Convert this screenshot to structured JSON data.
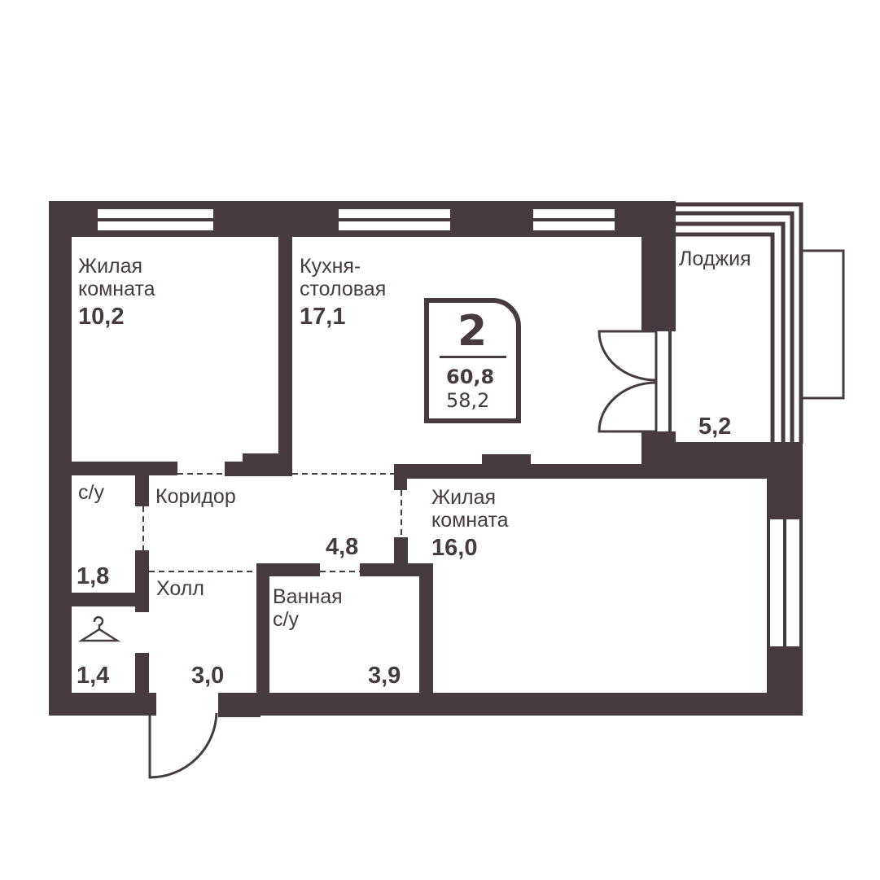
{
  "plan": {
    "rooms_count": "2",
    "total_area": "60,8",
    "living_area": "58,2",
    "colors": {
      "wall": "#453b40",
      "background": "#ffffff"
    },
    "rooms": {
      "living_room_1": {
        "label_line1": "Жилая",
        "label_line2": "комната",
        "area": "10,2"
      },
      "kitchen": {
        "label_line1": "Кухня-",
        "label_line2": "столовая",
        "area": "17,1"
      },
      "loggia": {
        "label": "Лоджия",
        "area": "5,2"
      },
      "wc": {
        "label": "с/у",
        "area": "1,8"
      },
      "corridor": {
        "label": "Коридор",
        "area": "4,8"
      },
      "living_room_2": {
        "label_line1": "Жилая",
        "label_line2": "комната",
        "area": "16,0"
      },
      "hall": {
        "label": "Холл",
        "area": "3,0"
      },
      "bathroom": {
        "label_line1": "Ванная",
        "label_line2": "с/у",
        "area": "3,9"
      },
      "wardrobe": {
        "area": "1,4",
        "icon": "hanger-icon"
      }
    }
  }
}
